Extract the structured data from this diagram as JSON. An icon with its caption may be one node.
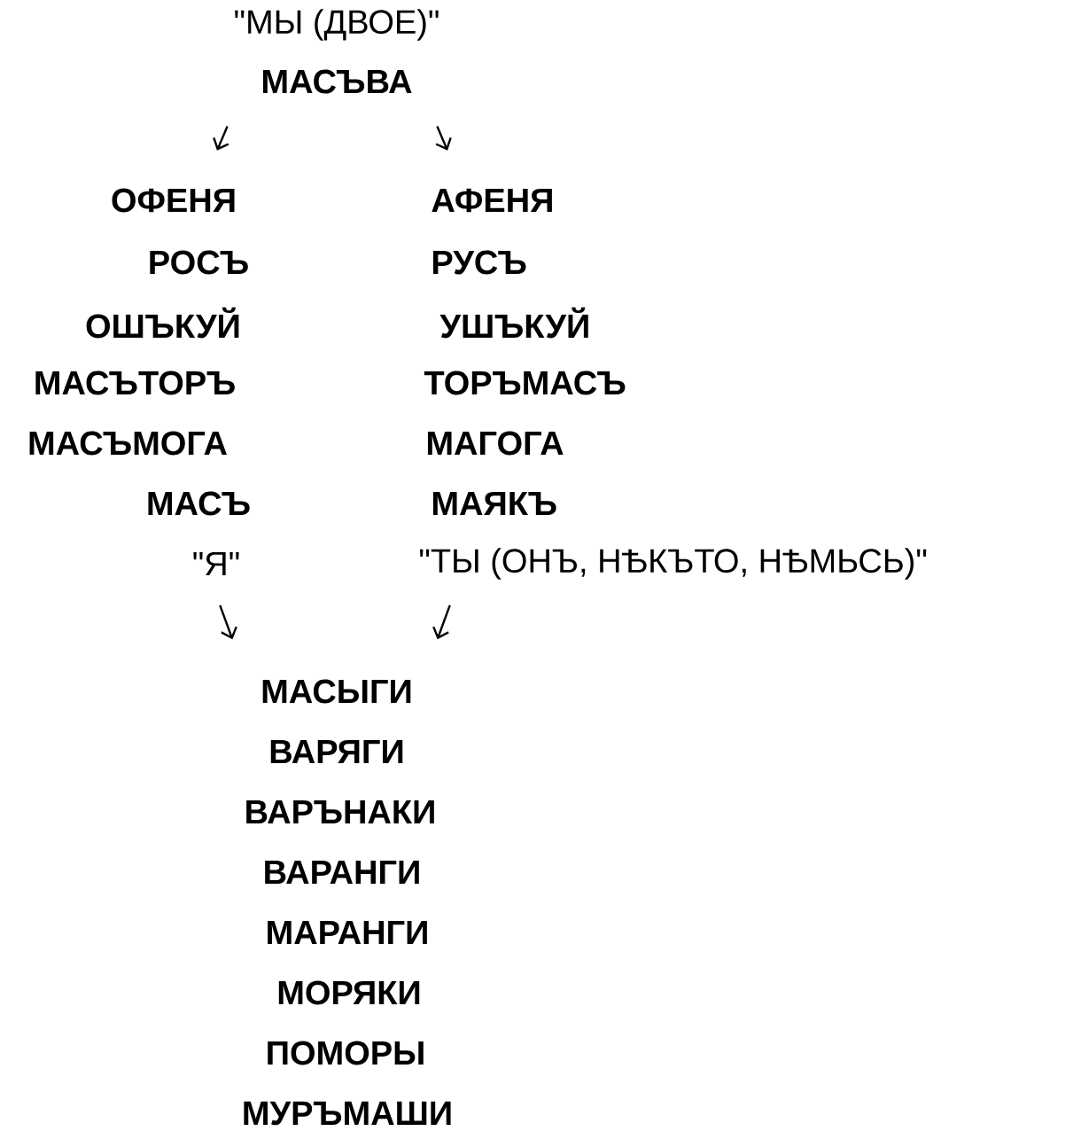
{
  "diagram": {
    "nodes": [
      {
        "text": [
          "\"МЫ (ДВОЕ)\"",
          "МАСЪВА"
        ]
      },
      {
        "text": [
          "ОФЕНЯ",
          "РОСЪ",
          "ОШЪКУЙ",
          "МАСЪТОРЪ",
          "МАСЪМОГА",
          "МАСЪ",
          "\"Я\""
        ]
      },
      {
        "text": [
          "АФЕНЯ",
          "РУСЪ",
          "УШЪКУЙ",
          "ТОРЪМАСЪ",
          "МАГОГА",
          "МАЯКЪ",
          "\"ТЫ (ОНЪ, НѢКЪТО, НѢМЬСЬ)\""
        ]
      },
      {
        "text": [
          "МАСЫГИ",
          "ВАРЯГИ",
          "ВАРЪНАКИ",
          "ВАРАНГИ",
          "МАРАНГИ",
          "МОРЯКИ",
          "ПОМОРЫ",
          "МУРЪМАШИ"
        ]
      }
    ],
    "edges": [
      {
        "from": 0,
        "to": 1,
        "arrow": "to"
      },
      {
        "from": 0,
        "to": 2,
        "arrow": "to"
      },
      {
        "from": 1,
        "to": 3,
        "arrow": "to"
      },
      {
        "from": 2,
        "to": 3,
        "arrow": "to"
      }
    ]
  }
}
